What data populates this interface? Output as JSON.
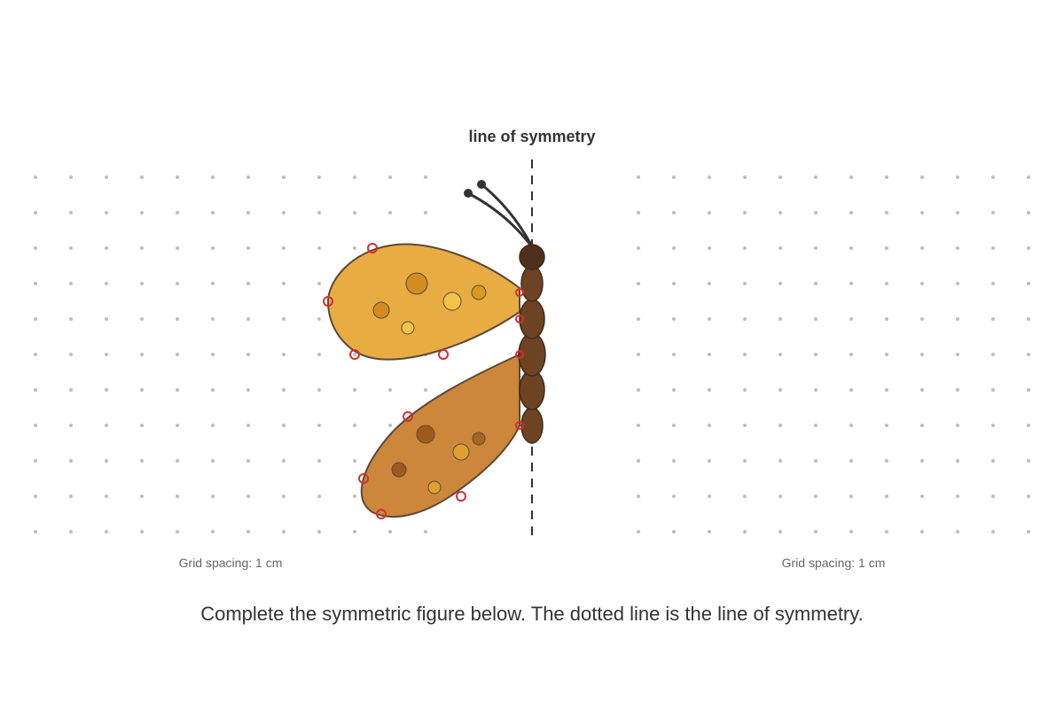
{
  "title": "line of symmetry",
  "grid_label_left": "Grid spacing: 1 cm",
  "grid_label_right": "Grid spacing: 1 cm",
  "instruction": "Complete the symmetric figure below. The dotted line is the line of symmetry.",
  "colors": {
    "upper_wing": "#E8AC42",
    "lower_wing": "#CC873B",
    "wing_outline": "#5a4a3a",
    "body": "#6E4323",
    "head": "#4E2F1B",
    "vertex_marker": "#d32f2f",
    "grid_dot": "#bdbdbd",
    "axis": "#333333"
  }
}
